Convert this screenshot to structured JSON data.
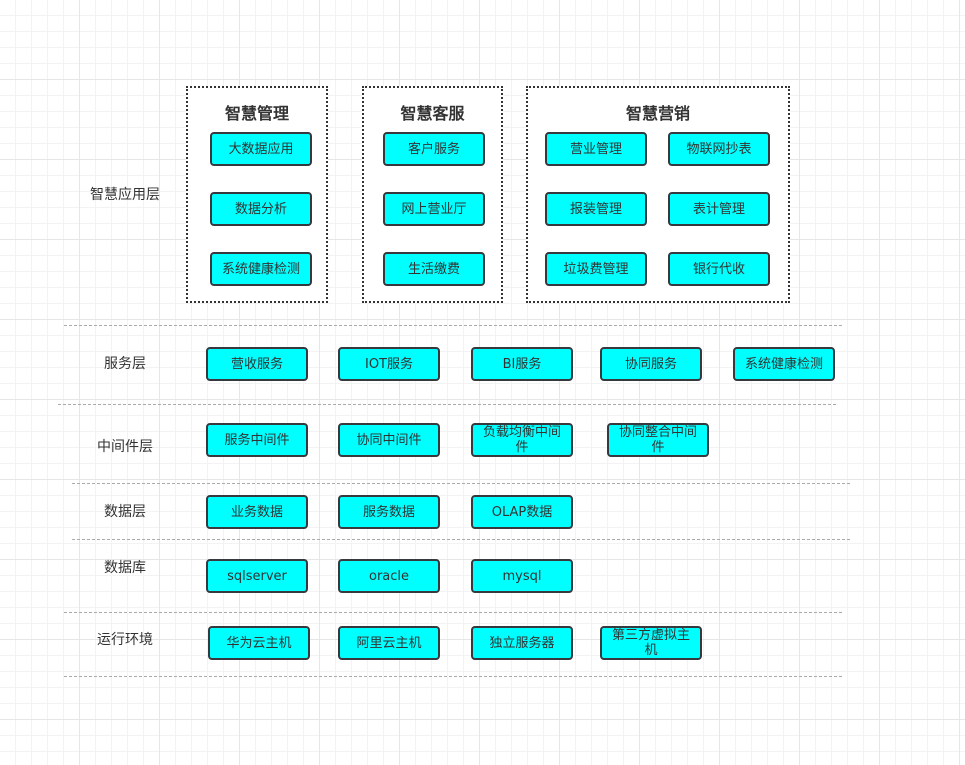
{
  "layers": {
    "app": "智慧应用层",
    "service": "服务层",
    "middleware": "中间件层",
    "data": "数据层",
    "database": "数据库",
    "runtime": "运行环境"
  },
  "groups": {
    "management": {
      "title": "智慧管理",
      "items": [
        "大数据应用",
        "数据分析",
        "系统健康检测"
      ]
    },
    "customer": {
      "title": "智慧客服",
      "items": [
        "客户服务",
        "网上营业厅",
        "生活缴费"
      ]
    },
    "marketing": {
      "title": "智慧营销",
      "items": [
        "营业管理",
        "物联网抄表",
        "报装管理",
        "表计管理",
        "垃圾费管理",
        "银行代收"
      ]
    }
  },
  "service": [
    "营收服务",
    "IOT服务",
    "BI服务",
    "协同服务",
    "系统健康检测"
  ],
  "middleware": [
    "服务中间件",
    "协同中间件",
    "负载均衡中间件",
    "协同整合中间件"
  ],
  "data": [
    "业务数据",
    "服务数据",
    "OLAP数据"
  ],
  "database": [
    "sqlserver",
    "oracle",
    "mysql"
  ],
  "runtime": [
    "华为云主机",
    "阿里云主机",
    "独立服务器",
    "第三方虚拟主机"
  ],
  "colors": {
    "box_fill": "#00ffff",
    "box_border": "#36393d",
    "separator": "#aaaaaa",
    "text": "#333333"
  }
}
